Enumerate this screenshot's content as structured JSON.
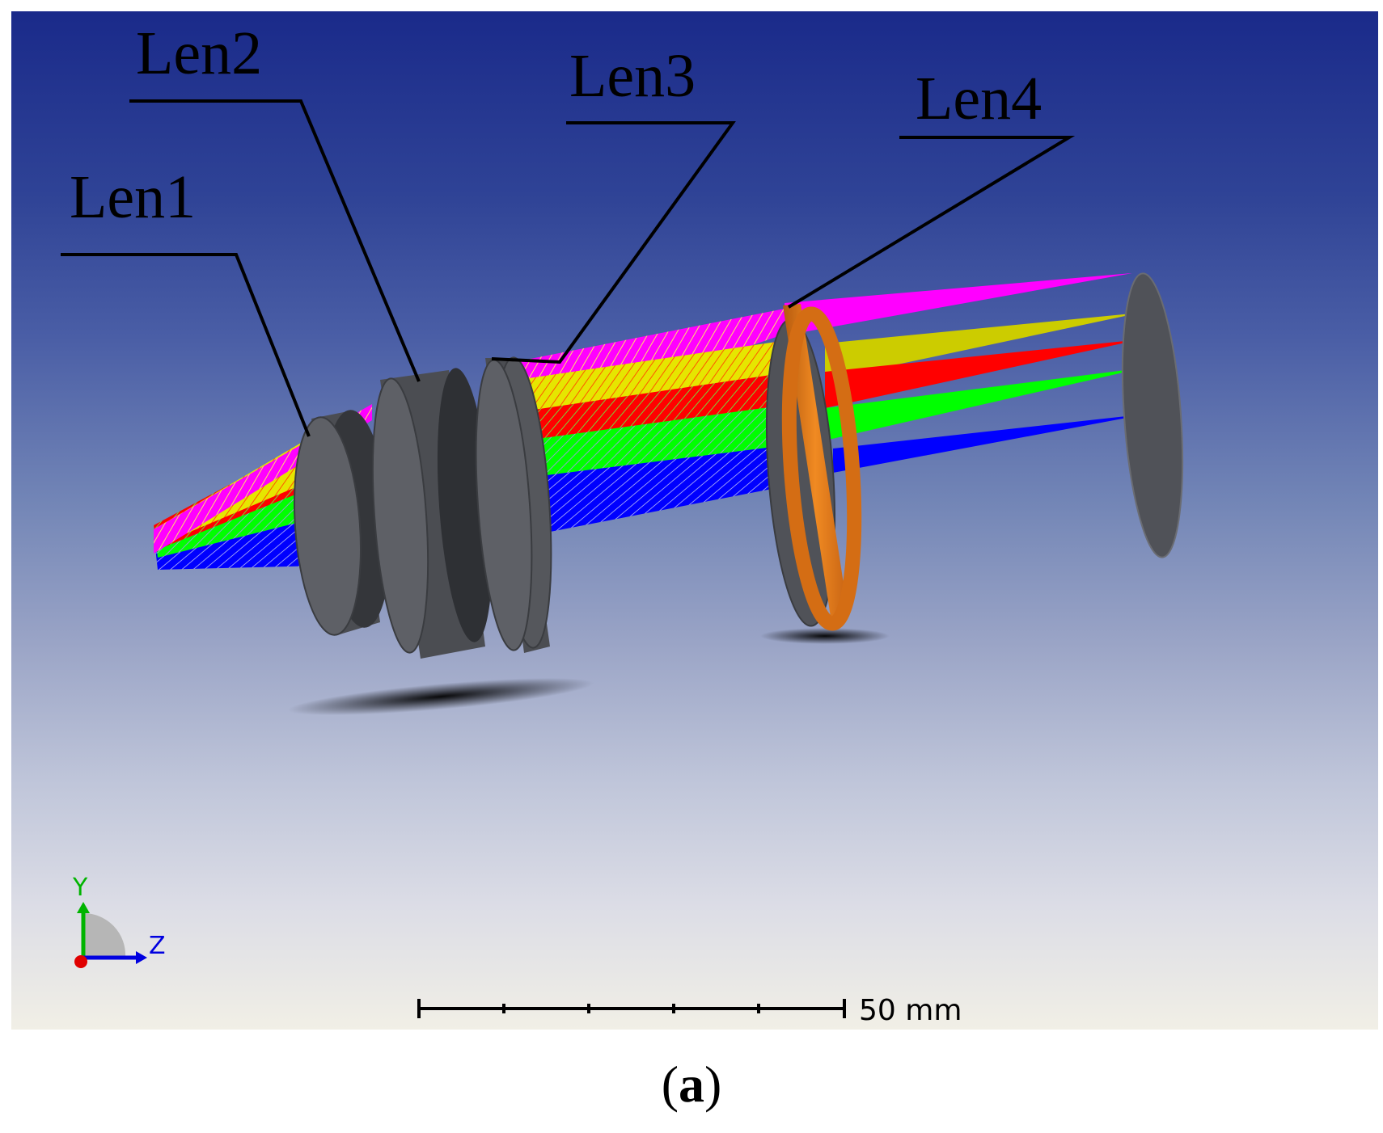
{
  "labels": {
    "len1": "Len1",
    "len2": "Len2",
    "len3": "Len3",
    "len4": "Len4"
  },
  "axes": {
    "y": "Y",
    "z": "Z"
  },
  "scale_bar": {
    "text": "50 mm"
  },
  "caption": {
    "open": "(",
    "letter": "a",
    "close": ")"
  },
  "colors": {
    "ray_magenta": "#ff00ff",
    "ray_yellow": "#e6e600",
    "ray_red": "#ff0000",
    "ray_green": "#00ff00",
    "ray_blue": "#0000ff",
    "lens_gray": "#55575c",
    "lens4_orange": "#d46d14"
  }
}
